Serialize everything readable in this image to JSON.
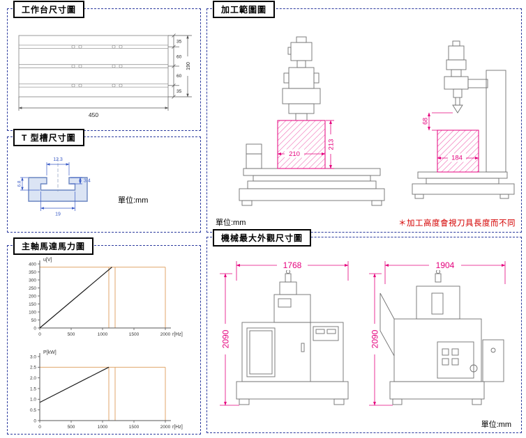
{
  "colors": {
    "panel_border": "#2b3a9e",
    "dim_magenta": "#e5007d",
    "dim_blue": "#3a5bc7",
    "dim_gray": "#555555",
    "note_red": "#d40000",
    "guide_orange": "#e0a66b",
    "machine_line": "#707070"
  },
  "panels": {
    "worktable": {
      "title": "工作台尺寸圖",
      "dims": {
        "width": "450",
        "seg1": "35",
        "seg2": "60",
        "seg3": "60",
        "seg4": "35",
        "total": "190"
      }
    },
    "tslot": {
      "title": "T 型槽尺寸圖",
      "unit": "單位:mm",
      "dims": {
        "opening_width": "12.3",
        "lip_depth": "3.4",
        "slot_depth": "6.8",
        "bottom_width": "19"
      }
    },
    "motor": {
      "title": "主軸馬達馬力圖"
    },
    "range": {
      "title": "加工範圍圖",
      "unit": "單位:mm",
      "note": "＊加工高度會視刀具長度而不同",
      "dims": {
        "front_width": "210",
        "front_height": "213",
        "side_width": "184",
        "tool_gap": "68"
      }
    },
    "outline": {
      "title": "機械最大外觀尺寸圖",
      "unit": "單位:mm",
      "dims": {
        "front_width": "1768",
        "front_height": "2090",
        "side_width": "1904",
        "side_height": "2090"
      }
    }
  },
  "chart_data": [
    {
      "type": "line",
      "name": "spindle-voltage-vs-frequency",
      "ylabel": "u[V]",
      "xlabel": "r[Hz]",
      "xlim": [
        0,
        2000
      ],
      "ylim": [
        0,
        400
      ],
      "xticks": [
        "0",
        "500",
        "1000",
        "1500",
        "2000"
      ],
      "yticks": [
        "0",
        "50",
        "100",
        "150",
        "200",
        "250",
        "300",
        "350",
        "400"
      ],
      "series": [
        {
          "name": "voltage",
          "points": [
            [
              0,
              0
            ],
            [
              1150,
              380
            ]
          ]
        }
      ],
      "guides": {
        "h": [
          380
        ],
        "v": [
          1100,
          1200,
          2000
        ]
      },
      "grid": false,
      "legend": "none"
    },
    {
      "type": "line",
      "name": "spindle-power-vs-frequency",
      "ylabel": "P[kW]",
      "xlabel": "r[Hz]",
      "xlim": [
        0,
        2000
      ],
      "ylim": [
        0,
        3
      ],
      "xticks": [
        "0",
        "500",
        "1000",
        "1500",
        "2000"
      ],
      "yticks": [
        "0",
        "0.5",
        "1.0",
        "1.5",
        "2.0",
        "2.5",
        "3.0"
      ],
      "series": [
        {
          "name": "power",
          "points": [
            [
              0,
              0.85
            ],
            [
              1100,
              2.5
            ]
          ]
        }
      ],
      "guides": {
        "h": [
          2.5
        ],
        "v": [
          1100,
          1200,
          2000
        ]
      },
      "grid": false,
      "legend": "none"
    }
  ]
}
